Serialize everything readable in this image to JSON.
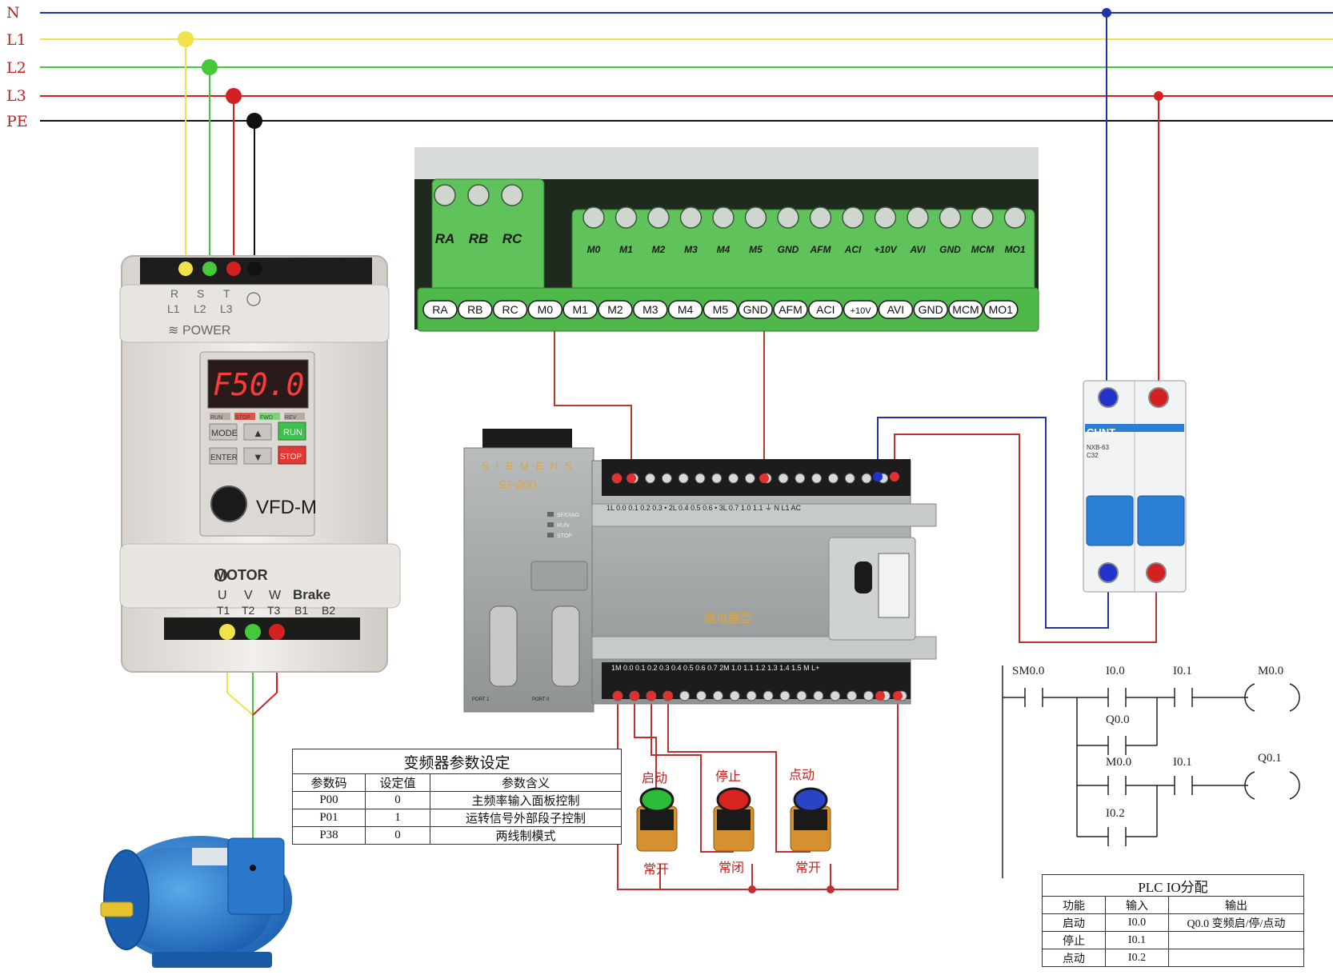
{
  "bus": {
    "lines": [
      "N",
      "L1",
      "L2",
      "L3",
      "PE"
    ]
  },
  "colors": {
    "n": "#2233aa",
    "l1": "#f2e24a",
    "l2": "#46c83a",
    "l3": "#d42020",
    "pe": "#111111",
    "terminal_green": "#5fc25a",
    "plc_gray": "#a9acad",
    "breaker_blue": "#2b7fd6"
  },
  "vfd": {
    "model": "VFD-M",
    "display": "F50.0",
    "power_label": "POWER",
    "motor_label": "MOTOR",
    "brake_label": "Brake",
    "power_terminals": [
      {
        "top": "R",
        "bottom": "L1"
      },
      {
        "top": "S",
        "bottom": "L2"
      },
      {
        "top": "T",
        "bottom": "L3"
      }
    ],
    "output_terminals": [
      {
        "top": "U",
        "bottom": "T1"
      },
      {
        "top": "V",
        "bottom": "T2"
      },
      {
        "top": "W",
        "bottom": "T3"
      }
    ],
    "brake_terminals": [
      "B1",
      "B2"
    ],
    "keys": [
      "MODE",
      "RUN",
      "ENTER",
      "STOP"
    ],
    "leds": [
      "RUN",
      "STOP",
      "FWD",
      "REV"
    ]
  },
  "terminal_strip": {
    "photo_labels": [
      "RA",
      "RB",
      "RC",
      "M0",
      "M1",
      "M2",
      "M3",
      "M4",
      "M5",
      "GND",
      "AFM",
      "ACI",
      "+10V",
      "AVI",
      "GND",
      "MCM",
      "MO1"
    ],
    "labels": [
      "RA",
      "RB",
      "RC",
      "M0",
      "M1",
      "M2",
      "M3",
      "M4",
      "M5",
      "GND",
      "AFM",
      "ACI",
      "+10V",
      "AVI",
      "GND",
      "MCM",
      "MO1"
    ]
  },
  "plc": {
    "model": "S7-200",
    "brand": "SIEMENS",
    "type_label": "继电器型",
    "status": [
      "SF/DIAG",
      "RUN",
      "STOP"
    ],
    "top_terminals": "1L 0.0 0.1 0.2 0.3 • 2L 0.4 0.5 0.6 • 3L 0.7 1.0 1.1 ⏚ N L1 AC",
    "bottom_terminals": "1M 0.0 0.1 0.2 0.3 0.4 0.5 0.6 0.7 2M 1.0 1.1 1.2 1.3 1.4 1.5 M L+",
    "port_labels": [
      "PORT 1",
      "PORT 0"
    ]
  },
  "breaker": {
    "brand": "CHNT",
    "model": "NXB-63",
    "rating": "C32"
  },
  "buttons": [
    {
      "top": "启动",
      "bottom": "常开",
      "color": "#2dbb3a"
    },
    {
      "top": "停止",
      "bottom": "常闭",
      "color": "#d9231f"
    },
    {
      "top": "点动",
      "bottom": "常开",
      "color": "#2a44c8"
    }
  ],
  "vfd_table": {
    "title": "变频器参数设定",
    "headers": [
      "参数码",
      "设定值",
      "参数含义"
    ],
    "rows": [
      [
        "P00",
        "0",
        "主频率输入面板控制"
      ],
      [
        "P01",
        "1",
        "运转信号外部段子控制"
      ],
      [
        "P38",
        "0",
        "两线制模式"
      ]
    ]
  },
  "ladder": {
    "contacts": [
      "SM0.0",
      "I0.0",
      "I0.1",
      "Q0.0",
      "M0.0",
      "I0.1",
      "I0.2"
    ],
    "coils": [
      "M0.0",
      "Q0.1"
    ]
  },
  "io_table": {
    "title": "PLC IO分配",
    "headers": [
      "功能",
      "输入",
      "输出"
    ],
    "rows": [
      [
        "启动",
        "I0.0",
        "Q0.0 变频启/停/点动"
      ],
      [
        "停止",
        "I0.1",
        ""
      ],
      [
        "点动",
        "I0.2",
        ""
      ]
    ]
  }
}
